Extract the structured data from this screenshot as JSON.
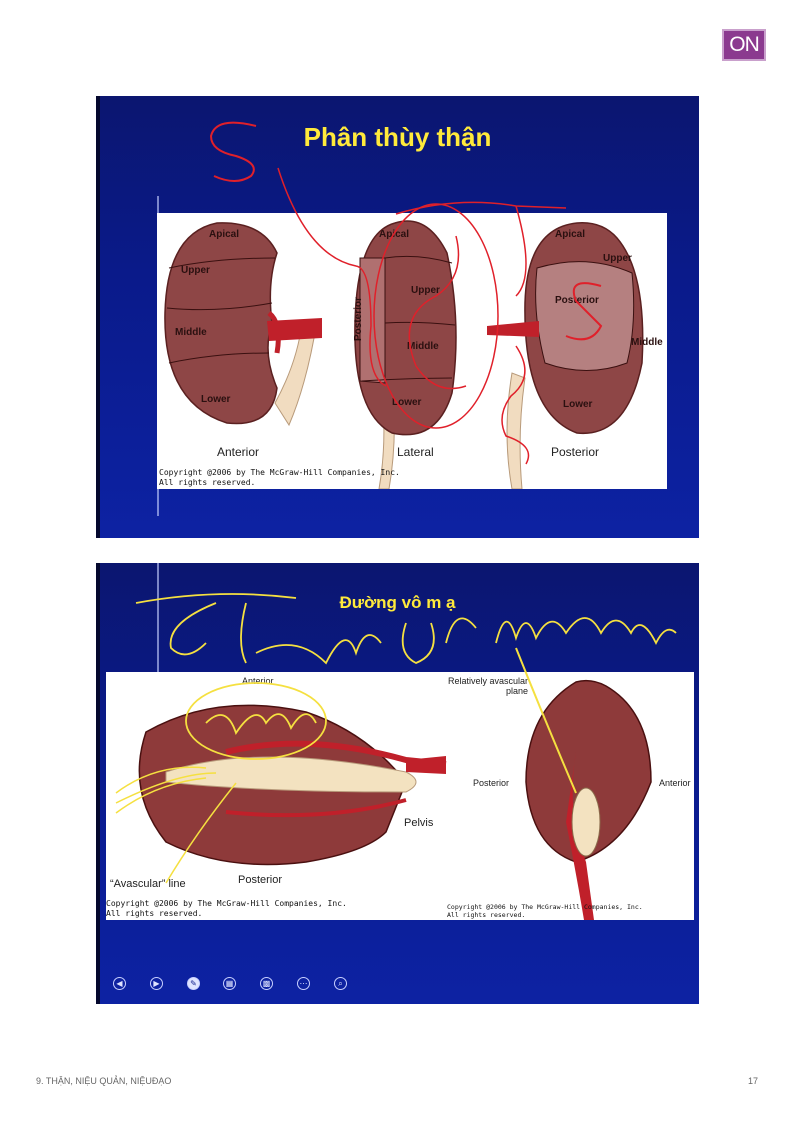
{
  "badge": {
    "label": "ON"
  },
  "slide1": {
    "title": "Phân thùy thận",
    "views": [
      "Anterior",
      "Lateral",
      "Posterior"
    ],
    "segments": {
      "apical": "Apical",
      "upper": "Upper",
      "middle": "Middle",
      "lower": "Lower",
      "posterior": "Posterior"
    },
    "copyright_line1": "Copyright @2006 by The McGraw-Hill Companies, Inc.",
    "copyright_line2": "All rights reserved."
  },
  "slide2": {
    "title": "Đường vô m ạ",
    "labels": {
      "anterior_top": "Anterior",
      "avascular_plane_1": "Relatively avascular",
      "avascular_plane_2": "plane",
      "posterior_left": "Posterior",
      "anterior_right": "Anterior",
      "pelvis": "Pelvis",
      "avascular_line": "“Avascular” line",
      "posterior_bottom": "Posterior"
    },
    "copyright_left_1": "Copyright @2006 by The McGraw-Hill Companies, Inc.",
    "copyright_left_2": "All rights reserved.",
    "copyright_right_1": "Copyright @2006 by The McGraw-Hill Companies, Inc.",
    "copyright_right_2": "All rights reserved.",
    "toolbar": [
      "previous-slide-icon",
      "next-slide-icon",
      "pen-icon",
      "slides-grid-icon",
      "screen-icon",
      "more-icon",
      "zoom-icon"
    ]
  },
  "footer": {
    "chapter": "9. THẬN, NIỆU QUẢN, NIỆUĐẠO",
    "page": "17"
  },
  "colors": {
    "slide_bg": "#0b1a8a",
    "title": "#ffea3b",
    "kidney": "#8a3a3a",
    "artery": "#c0202a",
    "annotation_red": "#e0202a",
    "annotation_yellow": "#f5e040"
  }
}
